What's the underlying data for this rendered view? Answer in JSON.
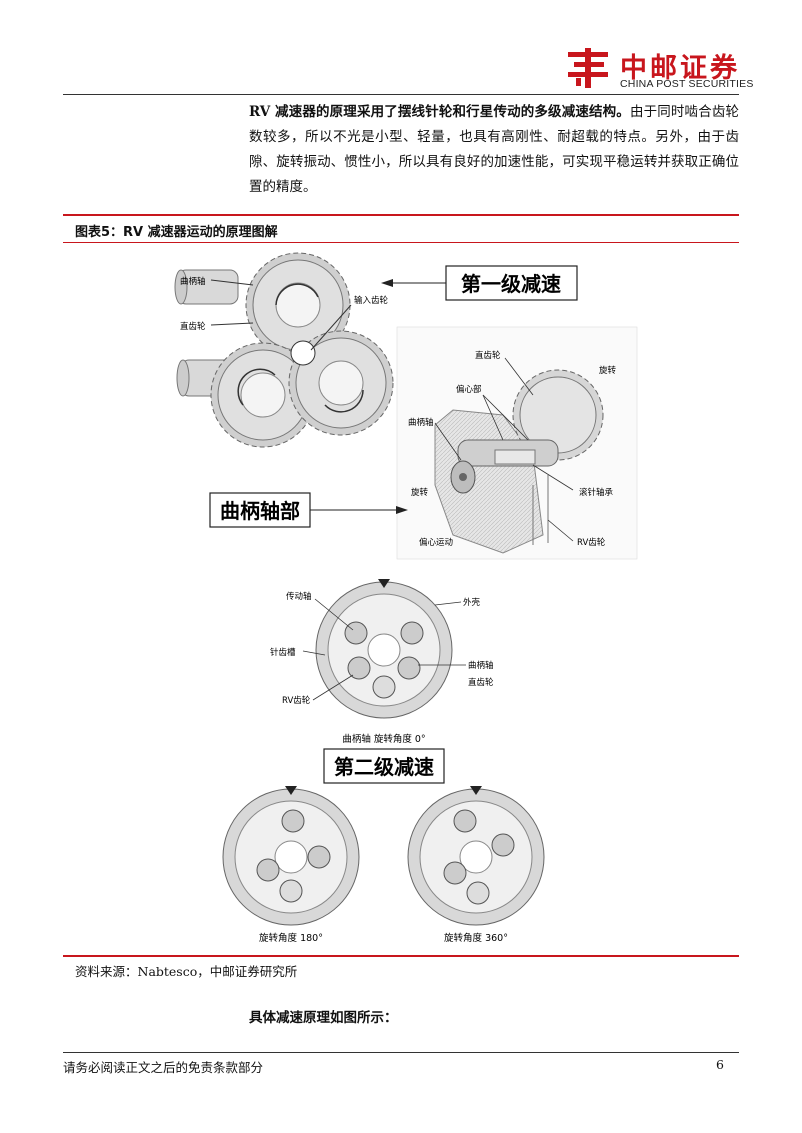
{
  "header": {
    "brand_cn": "中邮证券",
    "brand_en": "CHINA POST SECURITIES"
  },
  "paragraph": {
    "bold_part": "RV 减速器的原理采用了摆线针轮和行星传动的多级减速结构。",
    "normal_part": "由于同时啮合齿轮数较多，所以不光是小型、轻量，也具有高刚性、耐超载的特点。另外，由于齿隙、旋转振动、惯性小，所以具有良好的加速性能，可实现平稳运转并获取正确位置的精度。"
  },
  "figure": {
    "title": "图表5：RV 减速器运动的原理图解",
    "labels": {
      "first_stage": "第一级减速",
      "crank_section": "曲柄轴部",
      "second_stage": "第二级减速",
      "crankshaft": "曲柄轴",
      "spur_gear": "直齿轮",
      "input_gear": "输入齿轮",
      "spur_gear_2": "直齿轮",
      "rotation": "旋转",
      "eccentric_part": "偏心部",
      "crankshaft_2": "曲柄轴",
      "rotation_2": "旋转",
      "needle_bearing": "滚针轴承",
      "eccentric_motion": "偏心运动",
      "rv_gear": "RV齿轮",
      "drive_shaft": "传动轴",
      "housing": "外壳",
      "pin_groove": "针齿槽",
      "crankshaft_3": "曲柄轴",
      "spur_gear_3": "直齿轮",
      "rv_gear_2": "RV齿轮",
      "angle_0": "曲柄轴 旋转角度 0°",
      "angle_180": "旋转角度 180°",
      "angle_360": "旋转角度 360°"
    },
    "source": "资料来源：Nabtesco，中邮证券研究所"
  },
  "body2": "具体减速原理如图所示：",
  "footer": {
    "disclaimer": "请务必阅读正文之后的免责条款部分",
    "page": "6"
  }
}
